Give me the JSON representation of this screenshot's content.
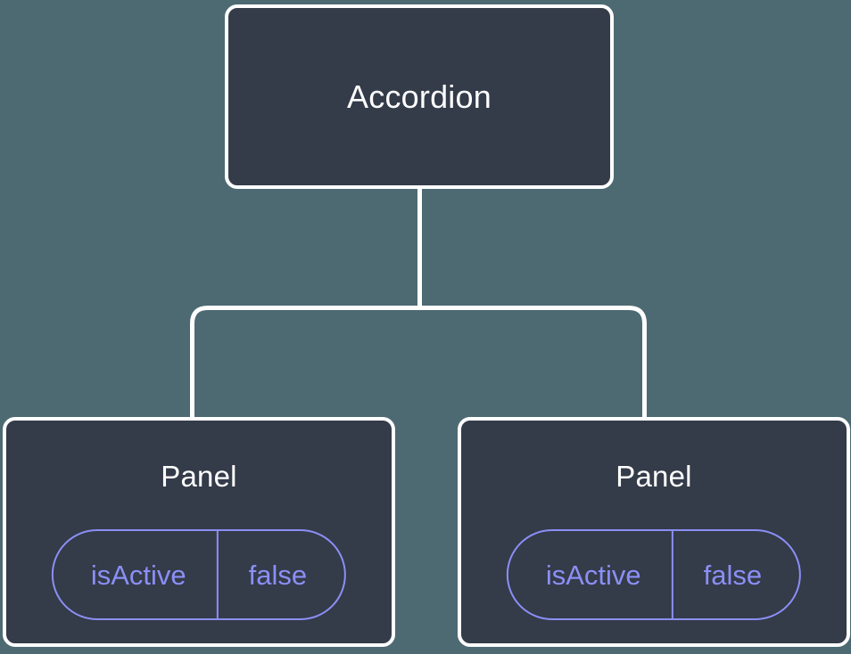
{
  "diagram": {
    "type": "component-tree",
    "background_color": "#4d6a73",
    "node_fill_color": "#343b49",
    "node_border_color": "#ffffff",
    "edge_color": "#ffffff",
    "accent_color": "#8b8ff5",
    "root": {
      "label": "Accordion"
    },
    "children": [
      {
        "label": "Panel",
        "state": {
          "key": "isActive",
          "value": "false"
        }
      },
      {
        "label": "Panel",
        "state": {
          "key": "isActive",
          "value": "false"
        }
      }
    ]
  }
}
